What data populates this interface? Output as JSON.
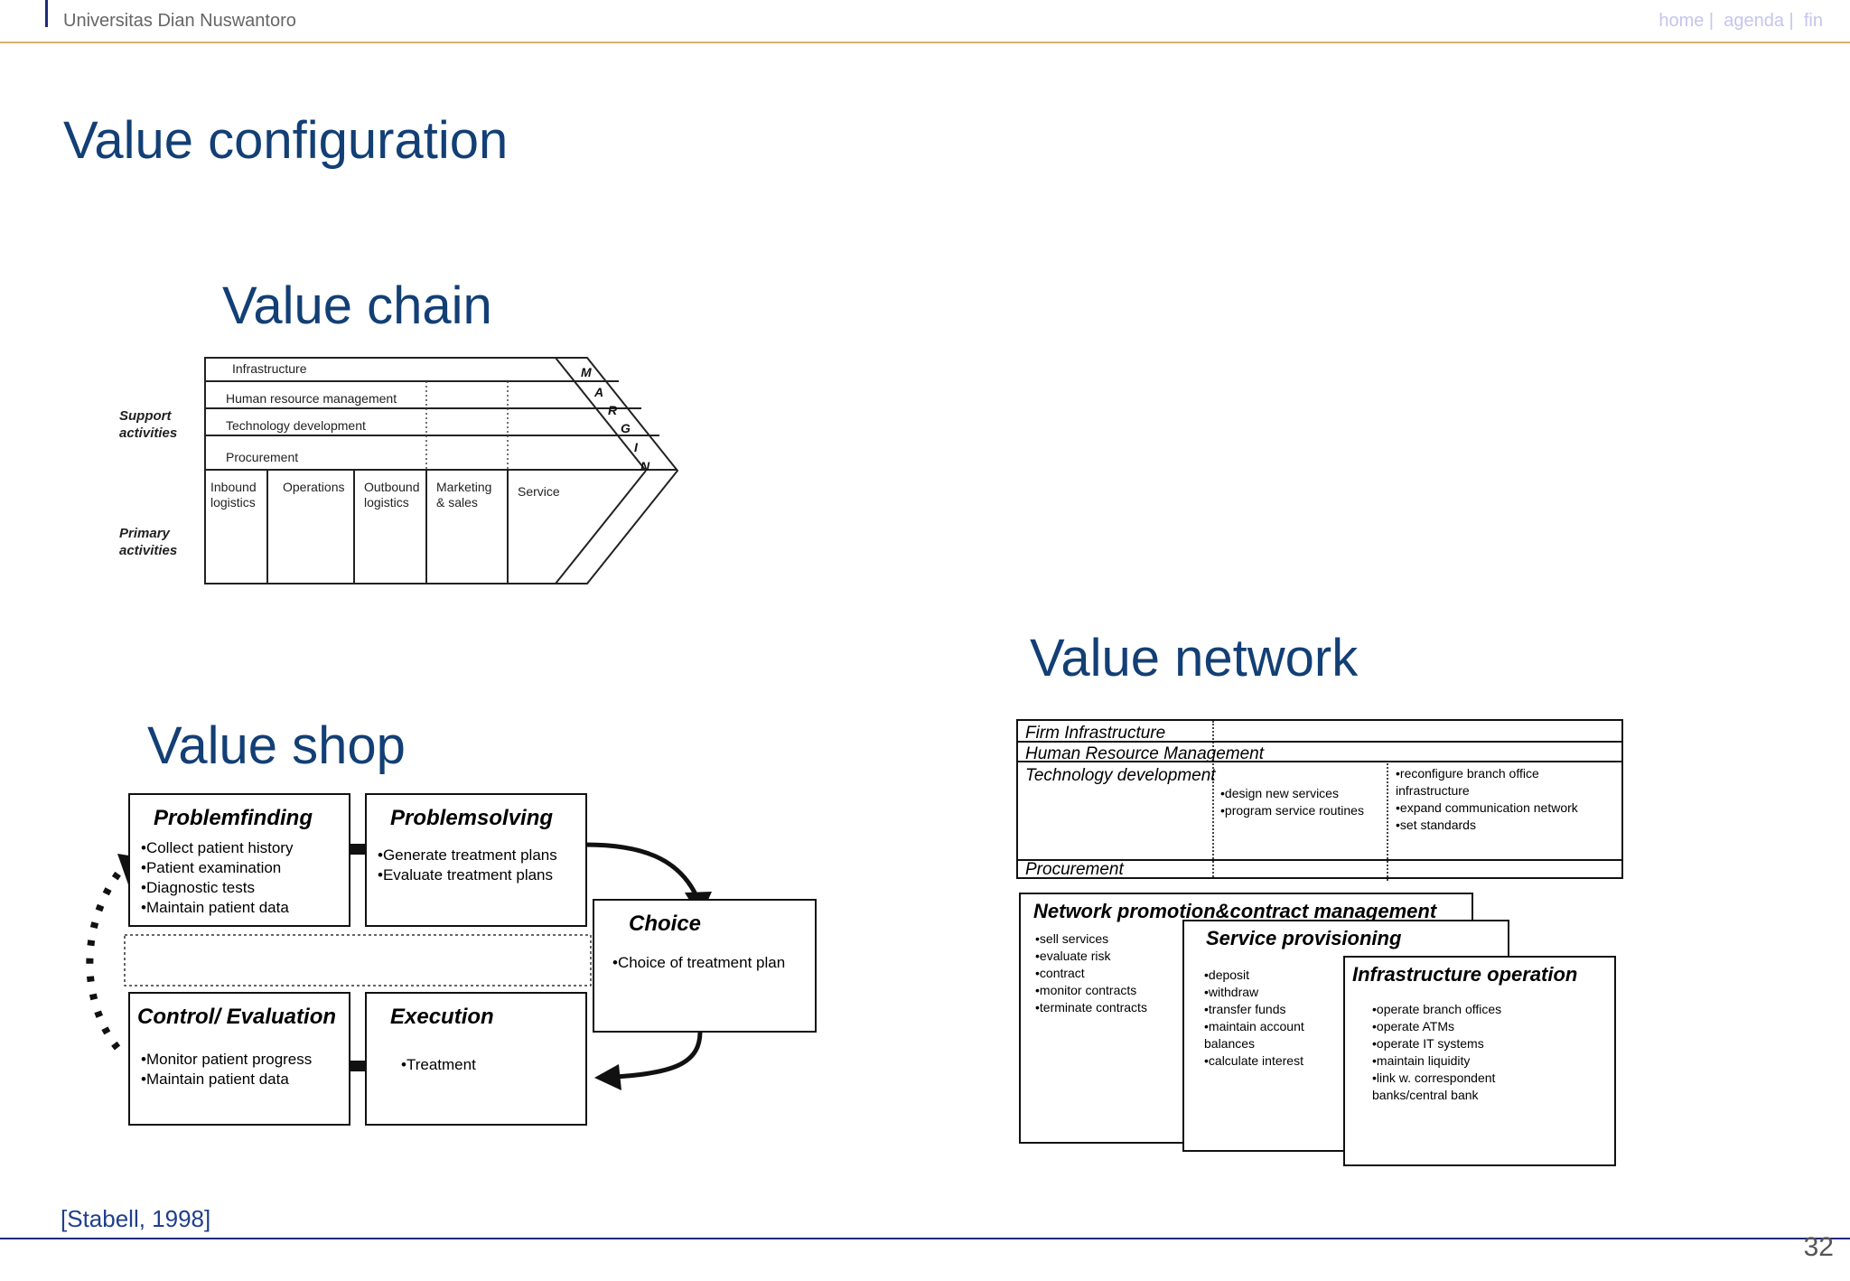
{
  "header": {
    "university": "Universitas Dian Nuswantoro",
    "nav": [
      "home |",
      "agenda |",
      "fin"
    ]
  },
  "slide": {
    "title": "Value configuration",
    "page_number": "32",
    "citation": "[Stabell, 1998]"
  },
  "value_chain": {
    "title": "Value chain",
    "support_label": [
      "Support",
      "activities"
    ],
    "primary_label": [
      "Primary",
      "activities"
    ],
    "support_rows": [
      "Infrastructure",
      "Human resource management",
      "Technology development",
      "Procurement"
    ],
    "primary_cols": [
      [
        "Inbound",
        "logistics"
      ],
      [
        "Operations"
      ],
      [
        "Outbound",
        "logistics"
      ],
      [
        "Marketing",
        "& sales"
      ],
      [
        "Service"
      ]
    ],
    "margin_letters": [
      "M",
      "A",
      "R",
      "G",
      "I",
      "N"
    ]
  },
  "value_shop": {
    "title": "Value shop",
    "boxes": {
      "problemfinding": {
        "title": "Problemfinding",
        "items": [
          "•Collect patient history",
          "•Patient examination",
          "•Diagnostic tests",
          "•Maintain patient data"
        ]
      },
      "problemsolving": {
        "title": "Problemsolving",
        "items": [
          "•Generate treatment plans",
          "•Evaluate treatment plans"
        ]
      },
      "choice": {
        "title": "Choice",
        "items": [
          "•Choice of treatment plan"
        ]
      },
      "control": {
        "title": "Control/ Evaluation",
        "items": [
          "•Monitor patient progress",
          "•Maintain patient data"
        ]
      },
      "execution": {
        "title": "Execution",
        "items": [
          "•Treatment"
        ]
      }
    }
  },
  "value_network": {
    "title": "Value network",
    "support_rows": [
      "Firm Infrastructure",
      "Human Resource Management",
      "Technology development",
      "Procurement"
    ],
    "tech_col2": [
      "•design new services",
      "•program service routines"
    ],
    "tech_col3": [
      "•reconfigure branch office",
      "infrastructure",
      "•expand communication network",
      "•set standards"
    ],
    "boxes": {
      "network": {
        "title": "Network promotion&contract management",
        "items": [
          "•sell services",
          "•evaluate risk",
          "•contract",
          "•monitor contracts",
          "•terminate contracts"
        ]
      },
      "service": {
        "title": "Service provisioning",
        "items": [
          "•deposit",
          "•withdraw",
          "•transfer funds",
          "•maintain account",
          "balances",
          "•calculate interest"
        ]
      },
      "infra": {
        "title": "Infrastructure operation",
        "items": [
          "•operate branch offices",
          "•operate ATMs",
          "•operate IT systems",
          "•maintain liquidity",
          "•link w. correspondent",
          "banks/central bank"
        ]
      }
    }
  }
}
